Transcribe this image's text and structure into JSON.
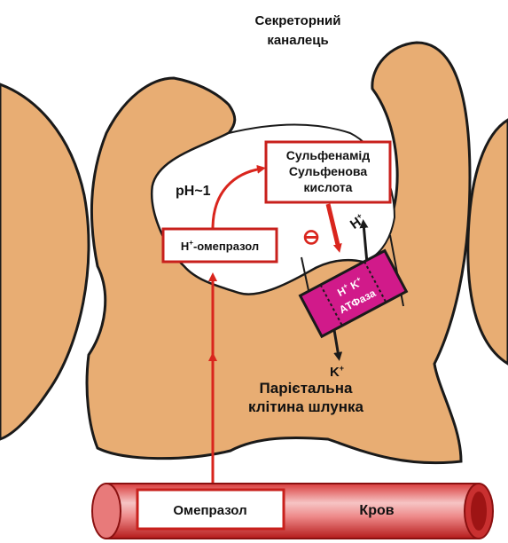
{
  "labels": {
    "canaliculus_line1": "Секреторний",
    "canaliculus_line2": "каналець",
    "ph": "pH~1",
    "h_omeprazole_h": "H",
    "h_omeprazole_sup": "+",
    "h_omeprazole_rest": "-омепразол",
    "sulfenamide": "Сульфенамід",
    "sulfenic_acid_line1": "Сульфенова",
    "sulfenic_acid_line2": "кислота",
    "inhibition_sign": "⊖",
    "h_out": "H",
    "h_out_sup": "+",
    "pump_h": "H",
    "pump_h_sup": "+",
    "pump_k": "K",
    "pump_k_sup": "+",
    "pump_name": "АТФаза",
    "k_in": "K",
    "k_in_sup": "+",
    "parietal_line1": "Парієтальна",
    "parietal_line2": "клітина шлунка",
    "omeprazole": "Омепразол",
    "blood": "Кров"
  },
  "colors": {
    "cell": "#e8ad73",
    "outline": "#1a1a1a",
    "arrow_red": "#d9251d",
    "box_border": "#c8201c",
    "pump": "#d11a8a",
    "vessel_light": "#f7c6c6",
    "vessel_mid": "#e45050",
    "vessel_dark": "#b01818"
  }
}
